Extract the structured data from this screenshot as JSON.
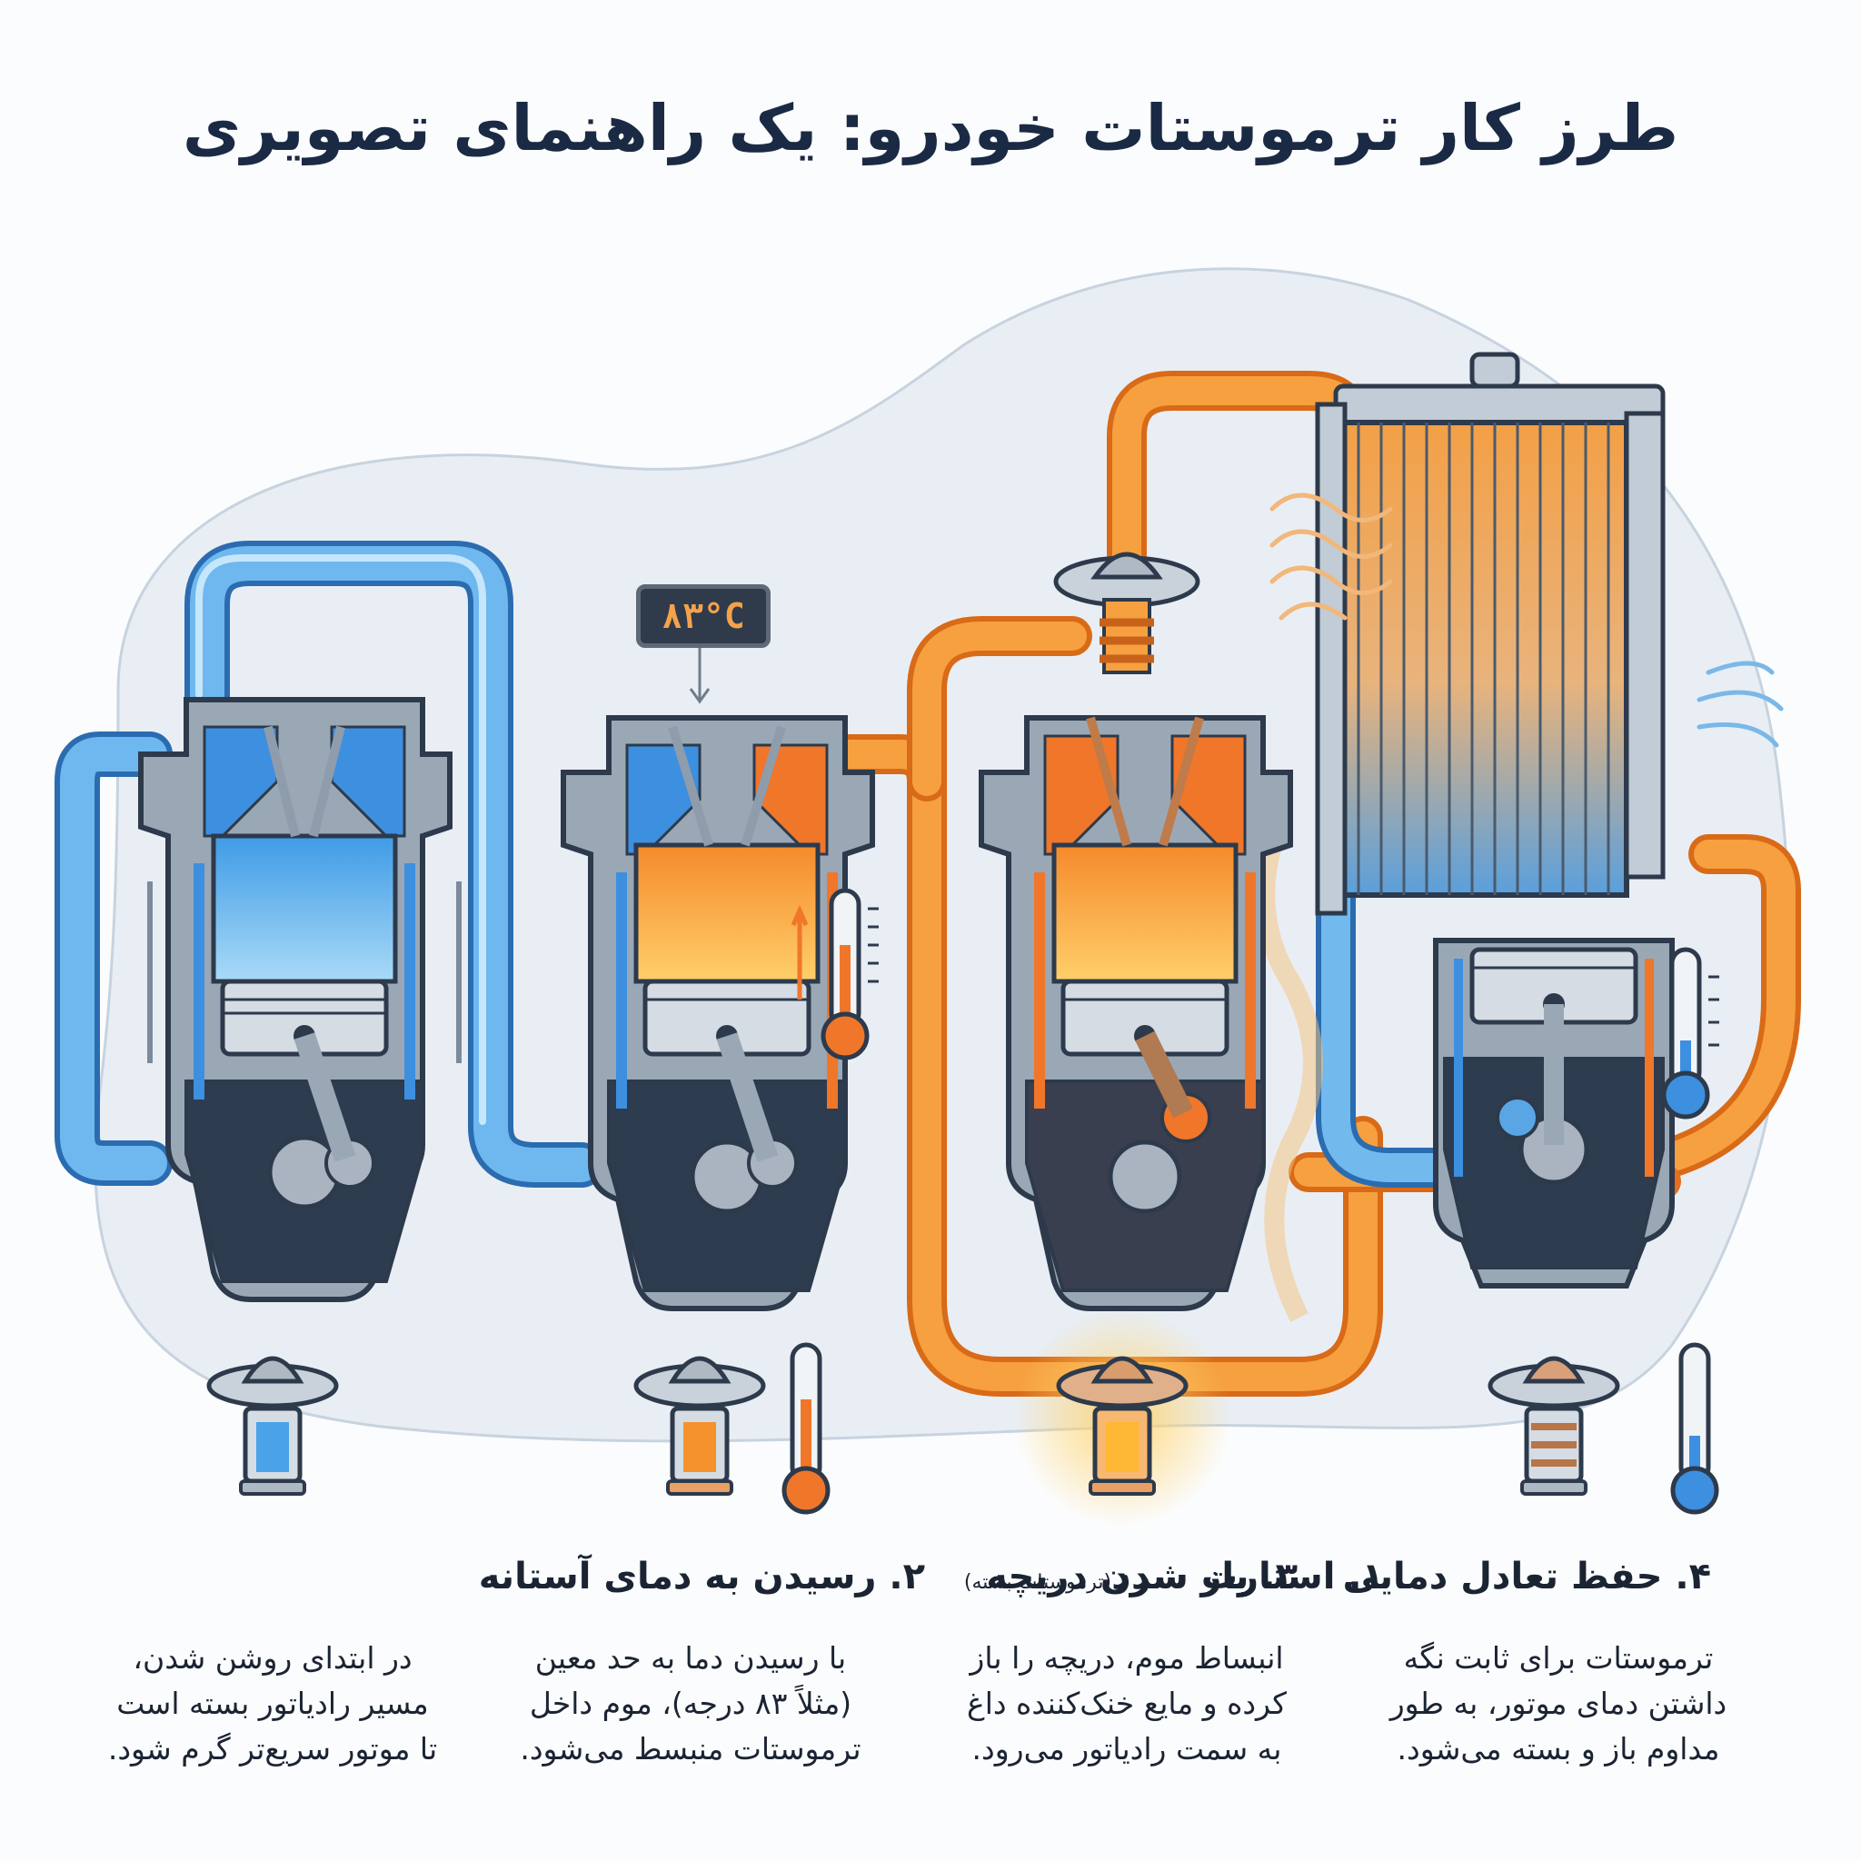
{
  "title": "طرز کار ترموستات خودرو: یک راهنمای تصویری",
  "temp_badge": "۸۳°C",
  "steps": [
    {
      "number": "۱.",
      "heading": "استارت سرد",
      "note": "(ترموستات بسته)",
      "lines": [
        "در ابتدای روشن شدن،",
        "مسیر رادیاتور بسته است",
        "تا موتور سریع‌تر گرم شود."
      ]
    },
    {
      "number": "۲.",
      "heading": "رسیدن به دمای آستانه",
      "lines": [
        "با رسیدن دما به حد معین",
        "(مثلاً ۸۳ درجه)، موم داخل",
        "ترموستات منبسط می‌شود."
      ]
    },
    {
      "number": "۳.",
      "heading": "باز شدن دریچه",
      "lines": [
        "انبساط موم، دریچه را باز",
        "کرده و مایع خنک‌کننده داغ",
        "به سمت رادیاتور می‌رود."
      ]
    },
    {
      "number": "۴.",
      "heading": "حفظ تعادل دمایی",
      "lines": [
        "ترموستات برای ثابت نگه",
        "داشتن دمای موتور، به طور",
        "مداوم باز و بسته می‌شود."
      ]
    }
  ],
  "colors": {
    "cold": "#4aa3e8",
    "hot": "#f5922e",
    "metal": "#b9c4cf",
    "dark": "#2d3a4c",
    "title": "#1b2a44"
  },
  "icons": [
    "engine-icon",
    "thermostat-icon",
    "thermometer-icon",
    "radiator-icon",
    "airflow-icon"
  ]
}
